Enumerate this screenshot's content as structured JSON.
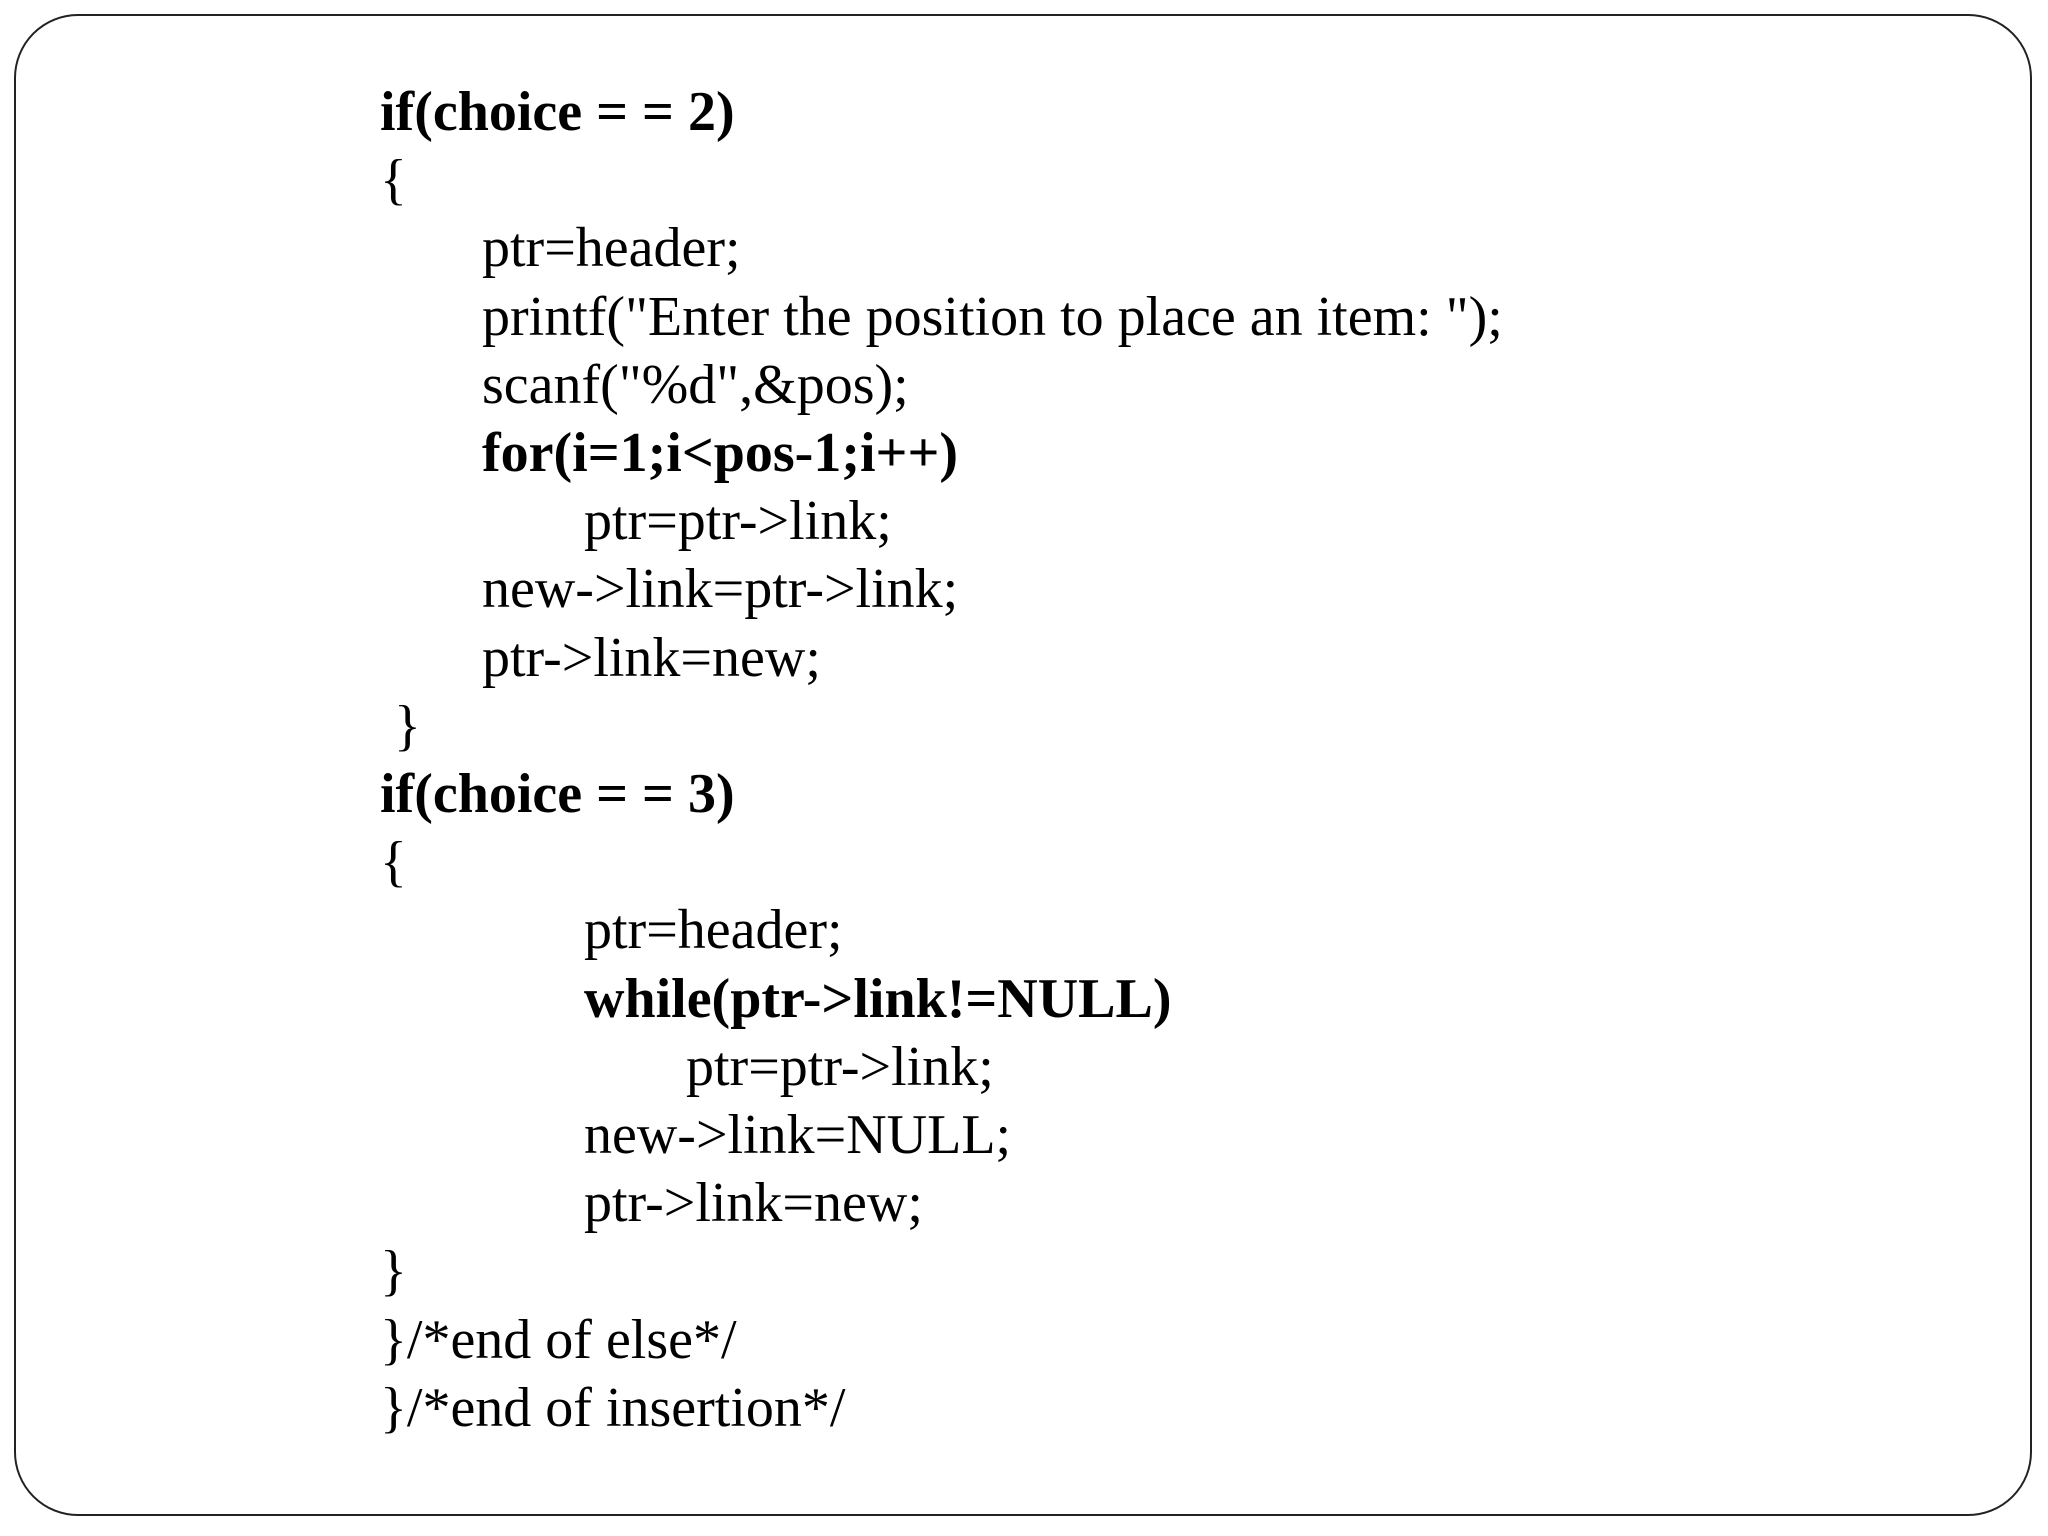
{
  "slide": {
    "code_lines": [
      {
        "text": "if(choice = = 2)",
        "indent": 0,
        "bold": true
      },
      {
        "text": "{",
        "indent": 0,
        "bold": false
      },
      {
        "text": "ptr=header;",
        "indent": 1,
        "bold": false
      },
      {
        "text": "printf(\"Enter the position to place an item: \");",
        "indent": 1,
        "bold": false
      },
      {
        "text": "scanf(\"%d\",&pos);",
        "indent": 1,
        "bold": false
      },
      {
        "text": "for(i=1;i<pos-1;i++)",
        "indent": 1,
        "bold": true
      },
      {
        "text": "ptr=ptr->link;",
        "indent": 2,
        "bold": false
      },
      {
        "text": "new->link=ptr->link;",
        "indent": 1,
        "bold": false
      },
      {
        "text": "ptr->link=new;",
        "indent": 1,
        "bold": false
      },
      {
        "text": " }",
        "indent": 0,
        "bold": false
      },
      {
        "text": "if(choice = = 3)",
        "indent": 0,
        "bold": true
      },
      {
        "text": "{",
        "indent": 0,
        "bold": false
      },
      {
        "text": "ptr=header;",
        "indent": 2,
        "bold": false
      },
      {
        "text": "while(ptr->link!=NULL)",
        "indent": 2,
        "bold": true
      },
      {
        "text": "ptr=ptr->link;",
        "indent": 3,
        "bold": false
      },
      {
        "text": "new->link=NULL;",
        "indent": 2,
        "bold": false
      },
      {
        "text": "ptr->link=new;",
        "indent": 2,
        "bold": false
      },
      {
        "text": "}",
        "indent": 0,
        "bold": false
      },
      {
        "text": "}/*end of else*/",
        "indent": 0,
        "bold": false
      },
      {
        "text": "}/*end of insertion*/",
        "indent": 0,
        "bold": false
      }
    ]
  }
}
